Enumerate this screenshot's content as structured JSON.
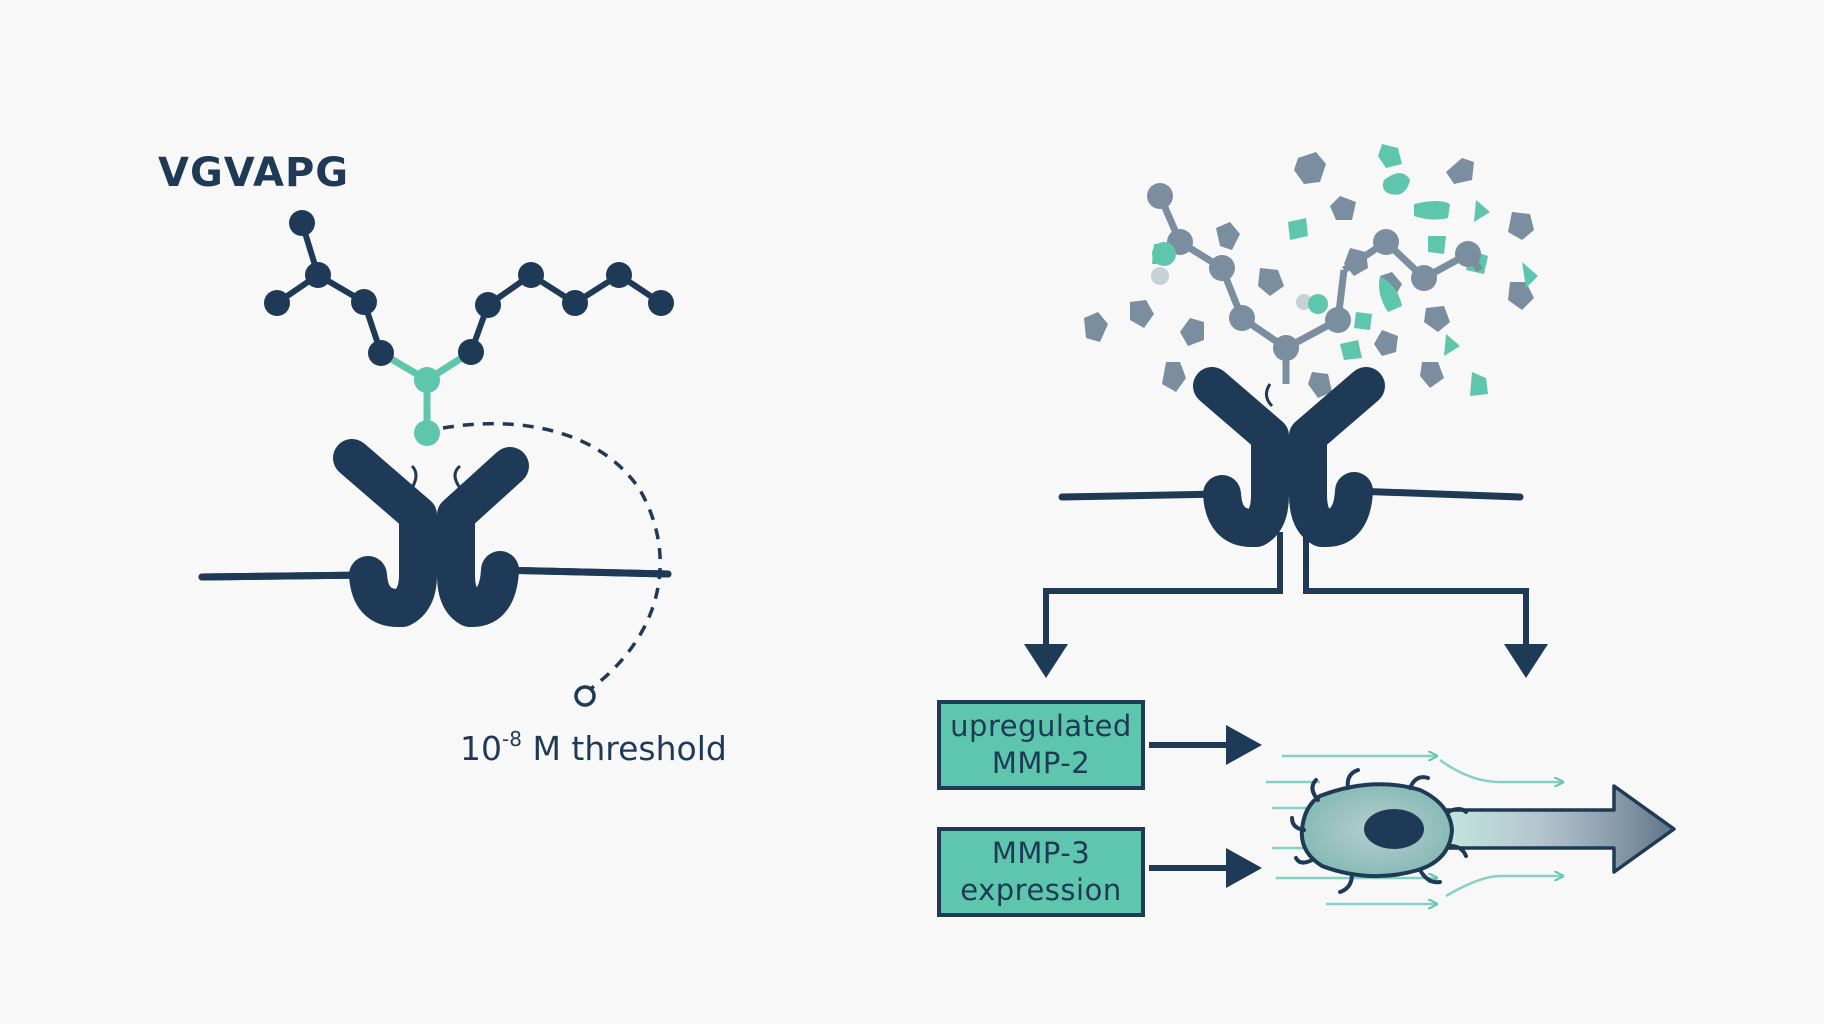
{
  "diagram": {
    "peptide_label": "VGVAPG",
    "threshold_prefix": "10",
    "threshold_exponent": "-8",
    "threshold_suffix": " M threshold",
    "outputs": [
      {
        "label": "upregulated MMP-2"
      },
      {
        "label": "MMP-3 expression"
      }
    ]
  },
  "colors": {
    "navy": "#1f3a56",
    "teal": "#5fc6ae",
    "gray": "#7a8ea0",
    "background": "#f7f8f7"
  }
}
